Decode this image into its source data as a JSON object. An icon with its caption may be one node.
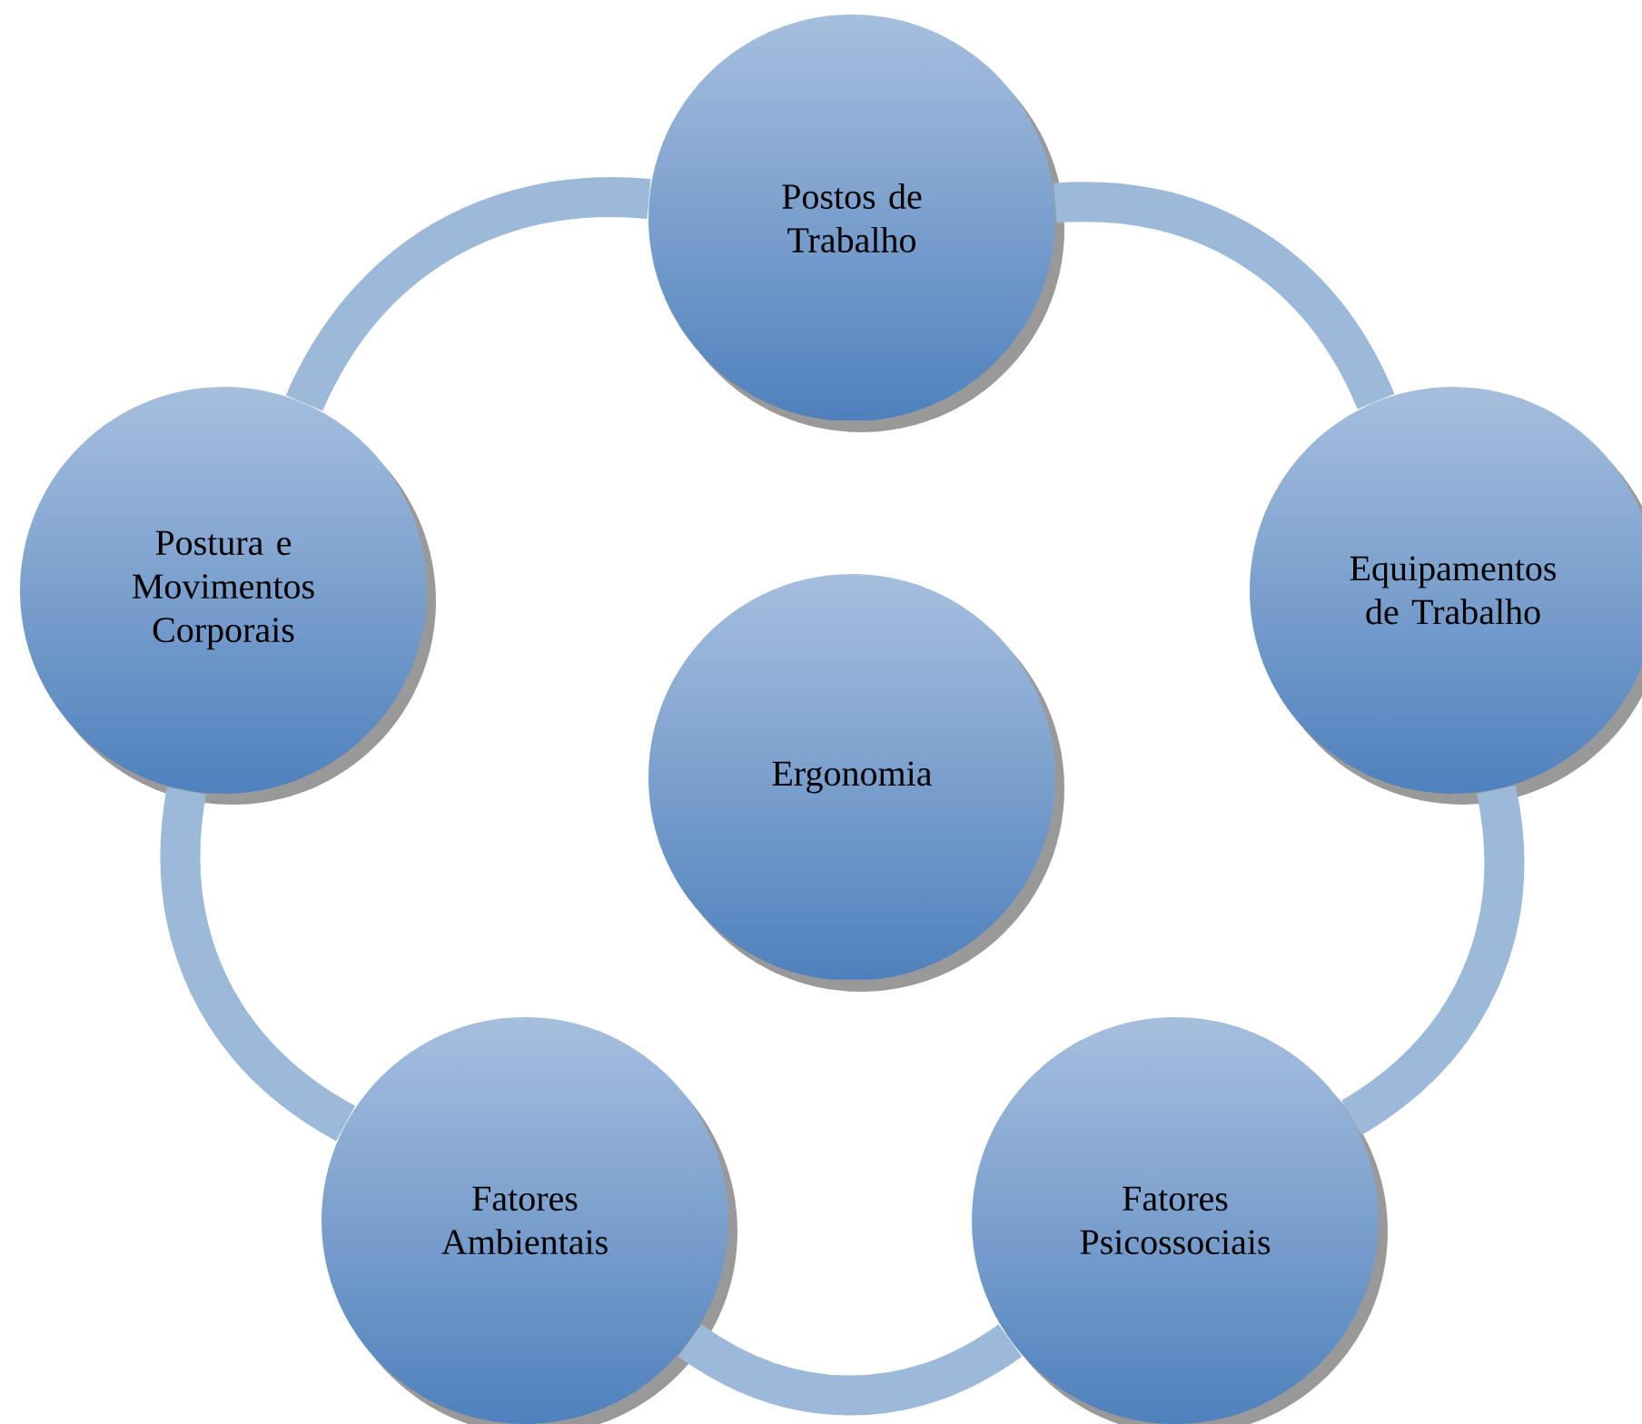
{
  "diagram": {
    "nodes": [
      {
        "text": [
          "Postos de Trabalho"
        ]
      },
      {
        "text": [
          "Equipamentos de Trabalho"
        ]
      },
      {
        "text": [
          "Fatores Psicossociais"
        ]
      },
      {
        "text": [
          "Fatores Ambientais"
        ]
      },
      {
        "text": [
          "Postura e Movimentos Corporais"
        ]
      },
      {
        "text": [
          "Ergonomia"
        ]
      }
    ],
    "edges": [
      {
        "from": 0,
        "to": 1,
        "arrow": "none"
      },
      {
        "from": 1,
        "to": 2,
        "arrow": "none"
      },
      {
        "from": 2,
        "to": 3,
        "arrow": "none"
      },
      {
        "from": 3,
        "to": 4,
        "arrow": "none"
      },
      {
        "from": 4,
        "to": 0,
        "arrow": "none"
      }
    ]
  }
}
